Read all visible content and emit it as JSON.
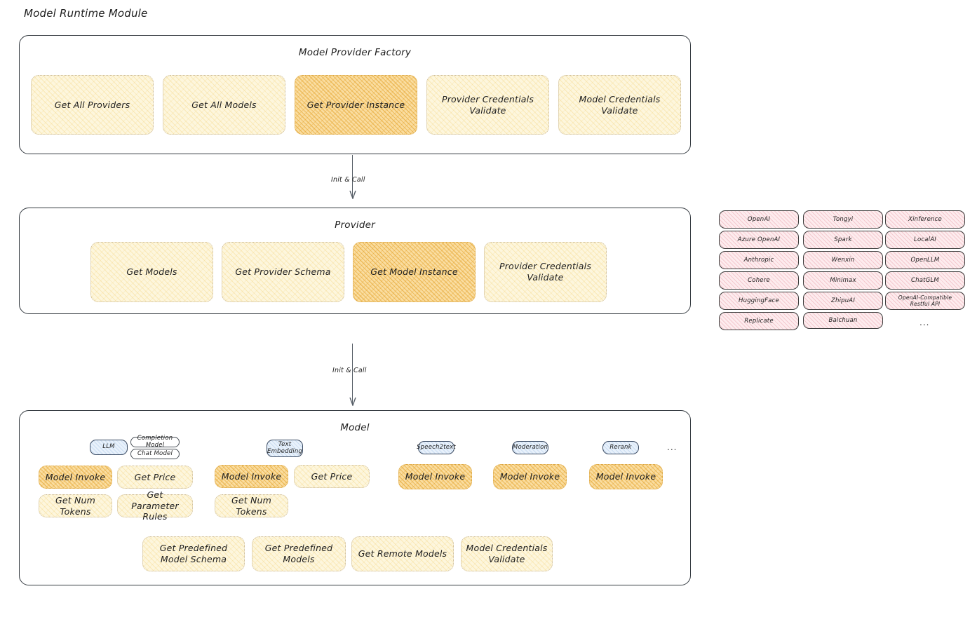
{
  "title": "Model Runtime Module",
  "sections": {
    "factory": {
      "title": "Model Provider Factory",
      "chips": [
        {
          "label": "Get All Providers",
          "highlight": false
        },
        {
          "label": "Get All Models",
          "highlight": false
        },
        {
          "label": "Get Provider Instance",
          "highlight": true
        },
        {
          "label": "Provider Credentials Validate",
          "highlight": false
        },
        {
          "label": "Model Credentials Validate",
          "highlight": false
        }
      ]
    },
    "provider": {
      "title": "Provider",
      "chips": [
        {
          "label": "Get Models",
          "highlight": false
        },
        {
          "label": "Get Provider Schema",
          "highlight": false
        },
        {
          "label": "Get Model Instance",
          "highlight": true
        },
        {
          "label": "Provider Credentials Validate",
          "highlight": false
        }
      ]
    },
    "model": {
      "title": "Model",
      "types": [
        {
          "name": "LLM",
          "subtypes": [
            "Completion Model",
            "Chat Model"
          ],
          "chips": [
            {
              "label": "Model Invoke",
              "highlight": true
            },
            {
              "label": "Get Price",
              "highlight": false
            },
            {
              "label": "Get Num Tokens",
              "highlight": false
            },
            {
              "label": "Get Parameter Rules",
              "highlight": false
            }
          ]
        },
        {
          "name": "Text Embedding",
          "subtypes": [],
          "chips": [
            {
              "label": "Model Invoke",
              "highlight": true
            },
            {
              "label": "Get Price",
              "highlight": false
            },
            {
              "label": "Get Num Tokens",
              "highlight": false
            }
          ]
        },
        {
          "name": "Speech2text",
          "subtypes": [],
          "chips": [
            {
              "label": "Model Invoke",
              "highlight": true
            }
          ]
        },
        {
          "name": "Moderation",
          "subtypes": [],
          "chips": [
            {
              "label": "Model Invoke",
              "highlight": true
            }
          ]
        },
        {
          "name": "Rerank",
          "subtypes": [],
          "chips": [
            {
              "label": "Model Invoke",
              "highlight": true
            }
          ]
        }
      ],
      "more": "...",
      "common_chips": [
        {
          "label": "Get Predefined Model Schema"
        },
        {
          "label": "Get Predefined Models"
        },
        {
          "label": "Get Remote Models"
        },
        {
          "label": "Model Credentials Validate"
        }
      ]
    }
  },
  "arrows": [
    {
      "label": "Init & Call"
    },
    {
      "label": "Init & Call"
    }
  ],
  "provider_list": {
    "column1": [
      "OpenAI",
      "Azure OpenAI",
      "Anthropic",
      "Cohere",
      "HuggingFace",
      "Replicate"
    ],
    "column2": [
      "Tongyi",
      "Spark",
      "Wenxin",
      "Minimax",
      "ZhipuAI",
      "Baichuan"
    ],
    "column3": [
      "Xinference",
      "LocalAI",
      "OpenLLM",
      "ChatGLM",
      "OpenAI-Compatible Restful API"
    ],
    "ellipsis": "..."
  },
  "colors": {
    "chip_fill": "#fdf6dd",
    "chip_highlight_fill": "#fadda0",
    "pill_fill": "#e8f1fb",
    "provider_fill": "#fdecee",
    "stroke": "#343a40"
  }
}
